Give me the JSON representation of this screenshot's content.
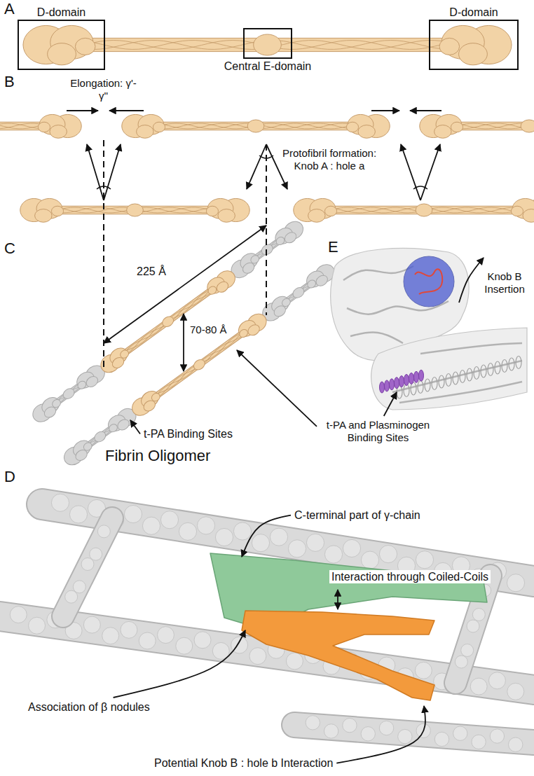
{
  "diagram": {
    "nodes": [
      {
        "text": [
          "D-domain"
        ]
      },
      {
        "text": [
          "Central E-domain"
        ]
      },
      {
        "text": [
          "D-domain"
        ]
      }
    ],
    "labels": [
      "A",
      "B",
      "Elongation: γ'-γ''",
      "Protofibril formation: Knob A : hole a",
      "C",
      "225 Å",
      "70-80 Å",
      "t-PA Binding Sites",
      "Fibrin Oligomer",
      "E",
      "Knob B Insertion",
      "t-PA and Plasminogen Binding Sites",
      "D",
      "C-terminal part of γ-chain",
      "Interaction through Coiled-Coils",
      "Association of β nodules",
      "Potential Knob B : hole b Interaction"
    ]
  }
}
